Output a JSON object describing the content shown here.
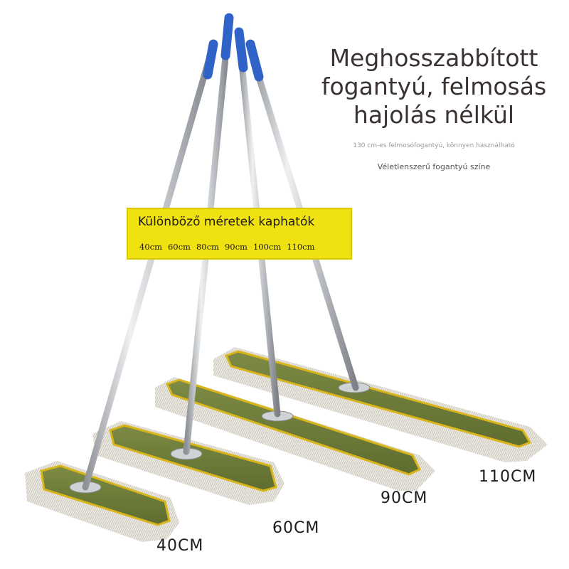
{
  "headline": {
    "lines": [
      "Meghosszabbított",
      "fogantyú, felmosás",
      "hajolás nélkül"
    ]
  },
  "subtitle": "130 cm-es felmosófogantyú, könnyen használható",
  "color_note": "Véletlenszerű fogantyú színe",
  "banner": {
    "title": "Különböző méretek kaphatók",
    "sizes": [
      "40cm",
      "60cm",
      "80cm",
      "90cm",
      "100cm",
      "110cm"
    ]
  },
  "mops": [
    {
      "label": "40CM"
    },
    {
      "label": "60CM"
    },
    {
      "label": "90CM"
    },
    {
      "label": "110CM"
    }
  ],
  "colors": {
    "pad_green": "#6e7d3a",
    "pad_border": "#d9b51c",
    "fringe": "#e6e3dc",
    "handle_metal": "#b9bcbf",
    "handle_tip": "#2f63c8",
    "banner": "#f0e210"
  }
}
